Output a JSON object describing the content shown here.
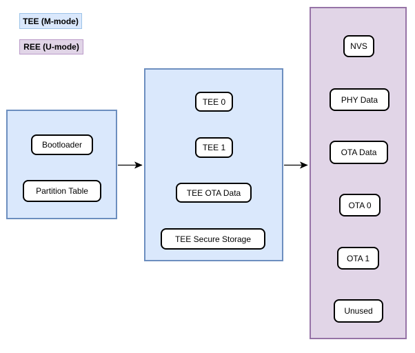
{
  "legend": {
    "tee": {
      "label": "TEE (M-mode)"
    },
    "ree": {
      "label": "REE (U-mode)"
    }
  },
  "colors": {
    "tee_fill": "#dae8fc",
    "tee_border": "#6c8ebf",
    "ree_fill": "#e1d5e7",
    "ree_border": "#9673a6",
    "node_fill": "#ffffff",
    "node_border": "#000000",
    "arrow_color": "#000000",
    "text_color": "#000000"
  },
  "diagram": {
    "containers": {
      "bootloader_region": {
        "mode": "tee",
        "nodes": {
          "bootloader": "Bootloader",
          "partition_table": "Partition Table"
        }
      },
      "tee_region": {
        "mode": "tee",
        "nodes": {
          "tee0": "TEE 0",
          "tee1": "TEE 1",
          "tee_ota_data": "TEE OTA Data",
          "tee_secure_storage": "TEE Secure Storage"
        }
      },
      "ree_region": {
        "mode": "ree",
        "nodes": {
          "nvs": "NVS",
          "phy_data": "PHY Data",
          "ota_data": "OTA Data",
          "ota0": "OTA 0",
          "ota1": "OTA 1",
          "unused": "Unused"
        }
      }
    },
    "arrows": [
      {
        "from": "bootloader_region",
        "to": "tee_region"
      },
      {
        "from": "tee_region",
        "to": "ree_region"
      }
    ]
  }
}
